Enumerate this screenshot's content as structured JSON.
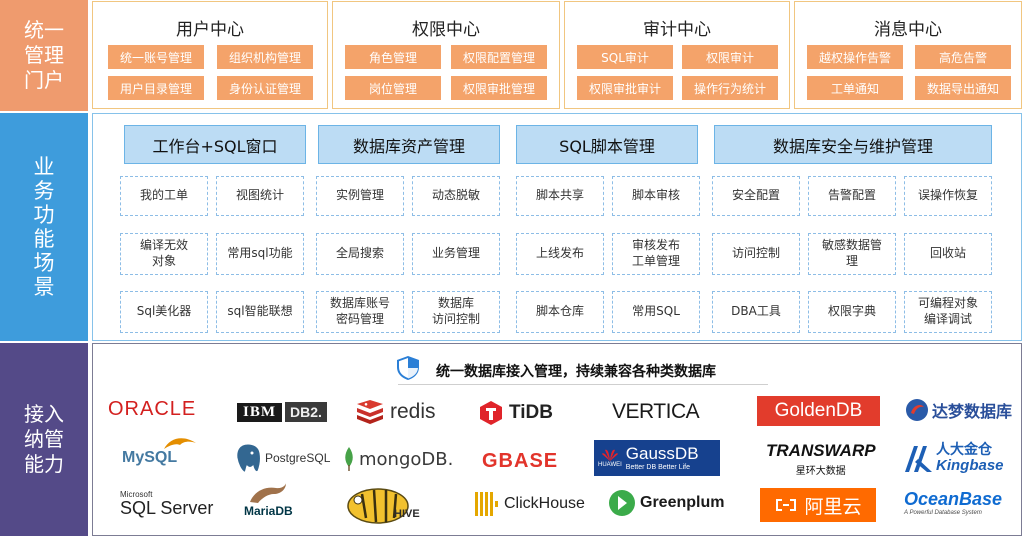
{
  "sections": {
    "portal": "统一\n管理\n门户",
    "business": "业\n务\n功\n能\n场\n景",
    "access": "接入\n纳管\n能力"
  },
  "portal": [
    {
      "title": "用户中心",
      "items": [
        "统一账号管理",
        "组织机构管理",
        "用户目录管理",
        "身份认证管理"
      ]
    },
    {
      "title": "权限中心",
      "items": [
        "角色管理",
        "权限配置管理",
        "岗位管理",
        "权限审批管理"
      ]
    },
    {
      "title": "审计中心",
      "items": [
        "SQL审计",
        "权限审计",
        "权限审批审计",
        "操作行为统计"
      ]
    },
    {
      "title": "消息中心",
      "items": [
        "越权操作告警",
        "高危告警",
        "工单通知",
        "数据导出通知"
      ]
    }
  ],
  "business": [
    {
      "title": "工作台+SQL窗口",
      "items": [
        "我的工单",
        "视图统计",
        "编译无效\n对象",
        "常用sql功能",
        "Sql美化器",
        "sql智能联想"
      ]
    },
    {
      "title": "数据库资产管理",
      "items": [
        "实例管理",
        "动态脱敏",
        "全局搜索",
        "业务管理",
        "数据库账号\n密码管理",
        "数据库\n访问控制"
      ]
    },
    {
      "title": "SQL脚本管理",
      "items": [
        "脚本共享",
        "脚本审核",
        "上线发布",
        "审核发布\n工单管理",
        "脚本仓库",
        "常用SQL"
      ]
    },
    {
      "title": "数据库安全与维护管理",
      "items": [
        "安全配置",
        "告警配置",
        "误操作恢复",
        "访问控制",
        "敏感数据管\n理",
        "回收站",
        "DBA工具",
        "权限字典",
        "可编程对象\n编译调试"
      ]
    }
  ],
  "access": {
    "title": "统一数据库接入管理，持续兼容各种类数据库",
    "logos": {
      "oracle": "ORACLE",
      "ibm": "IBM",
      "db2": "DB2.",
      "redis": "redis",
      "tidb": "TiDB",
      "vertica": "VERTICA",
      "goldendb": "GoldenDB",
      "dameng": "达梦数据库",
      "mysql": "MySQL",
      "postgresql": "PostgreSQL",
      "mongodb": "mongoDB.",
      "gbase": "GBASE",
      "huawei": "HUAWEI",
      "gaussdb": "GaussDB",
      "gaussdb_tag": "Better DB Better Life",
      "transwarp": "TRANSWARP",
      "transwarp_cn": "星环大数据",
      "kingbase_cn": "人大金仓",
      "kingbase": "Kingbase",
      "sqlserver_top": "Microsoft",
      "sqlserver": "SQL Server",
      "mariadb": "MariaDB",
      "hive": "HIVE",
      "clickhouse": "ClickHouse",
      "greenplum": "Greenplum",
      "aliyun": "阿里云",
      "oceanbase": "OceanBase",
      "oceanbase_tag": "A Powerful Database System"
    }
  },
  "colors": {
    "portal_side": "#ef9b6e",
    "business_side": "#3e9cdc",
    "access_side": "#544a88",
    "chip": "#f4a36a",
    "header_fill": "#bcdcf4"
  }
}
